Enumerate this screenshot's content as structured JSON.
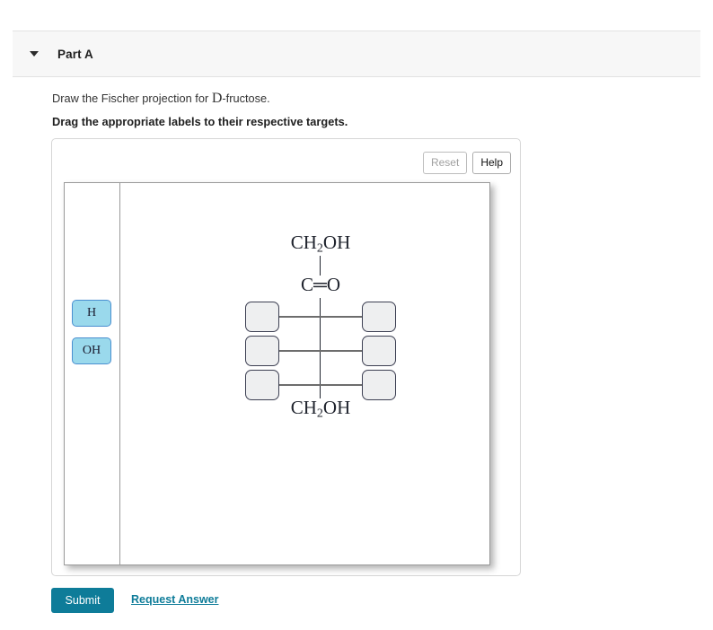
{
  "header": {
    "caret_icon": "triangle-down-icon",
    "title": "Part A"
  },
  "question": {
    "prompt_before": "Draw the Fischer projection for ",
    "prompt_math": "D",
    "prompt_after": "-fructose.",
    "instruction": "Drag the appropriate labels to their respective targets."
  },
  "toolbar": {
    "reset_label": "Reset",
    "help_label": "Help"
  },
  "label_bank": {
    "items": [
      {
        "text": "H"
      },
      {
        "text": "OH"
      }
    ]
  },
  "fischer": {
    "top_group": "CH",
    "top_group_sub": "2",
    "top_group_rest": "OH",
    "carbonyl": "C═O",
    "bottom_group": "CH",
    "bottom_group_sub": "2",
    "bottom_group_rest": "OH",
    "rows": [
      {
        "left": "",
        "right": ""
      },
      {
        "left": "",
        "right": ""
      },
      {
        "left": "",
        "right": ""
      }
    ]
  },
  "footer": {
    "submit_label": "Submit",
    "request_answer_label": "Request Answer"
  },
  "colors": {
    "accent": "#0e7c99",
    "label_fill": "#9ad9ec",
    "label_border": "#4a8fd0",
    "target_fill": "#eeeff0",
    "target_border": "#3c3f52",
    "header_bg": "#f7f7f7"
  }
}
